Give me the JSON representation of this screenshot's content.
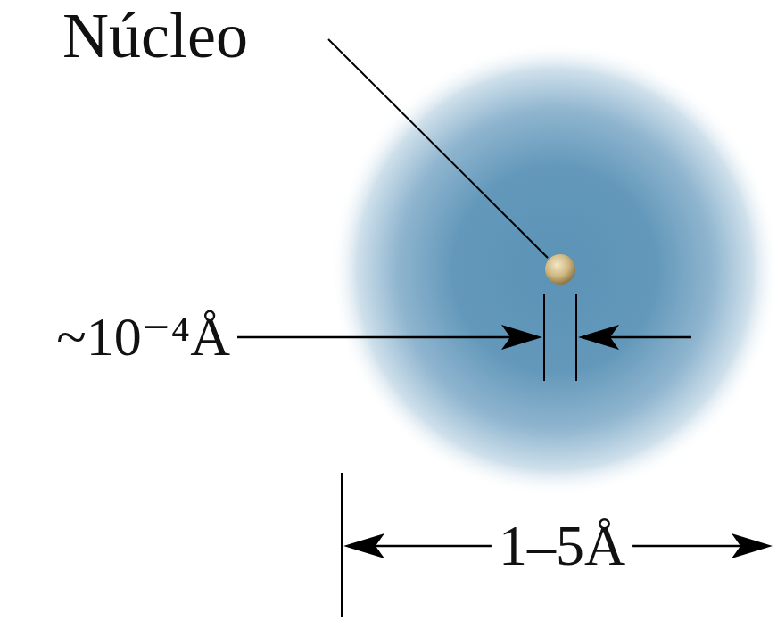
{
  "diagram": {
    "labels": [
      "Núcleo",
      "~10⁻⁴Å",
      "1–5Å"
    ]
  }
}
